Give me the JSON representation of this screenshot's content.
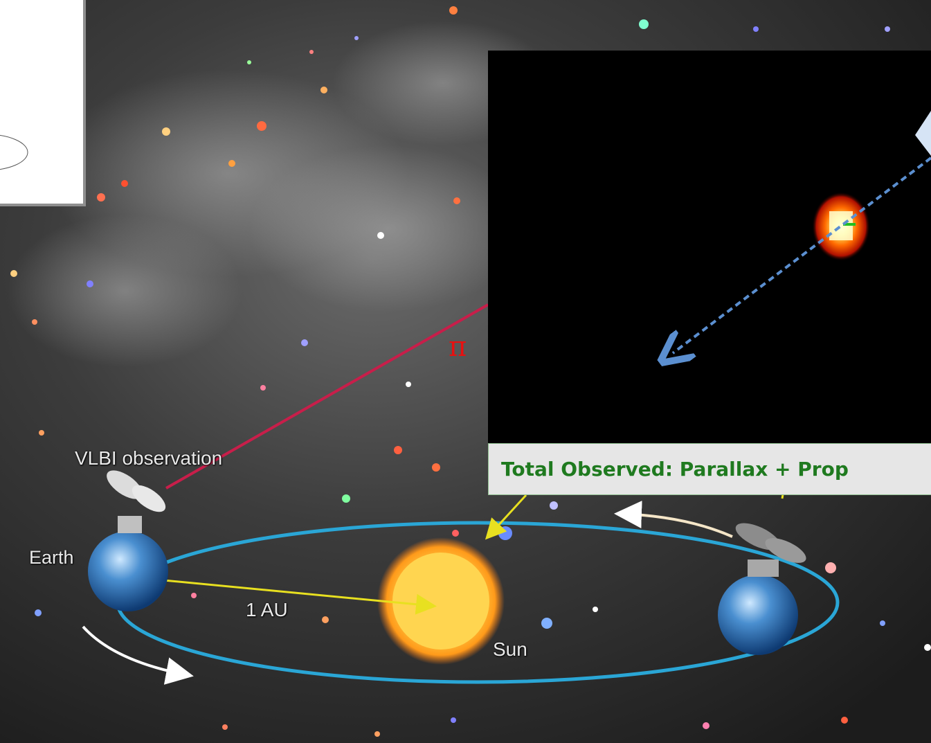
{
  "diagram": {
    "labels": {
      "vlbi": "VLBI observation",
      "earth": "Earth",
      "au": "1 AU",
      "sun": "Sun",
      "parallax_symbol": "π"
    },
    "caption": "Total Observed: Parallax + Prop"
  },
  "colors": {
    "caption_text": "#1f7a1f",
    "caption_bg": "#e6e6e6",
    "parallax_line": "#c81e4a",
    "orbit": "#2aa6d6",
    "arrow_dashed": "#5b8fd0",
    "pi_symbol": "#e81010"
  }
}
